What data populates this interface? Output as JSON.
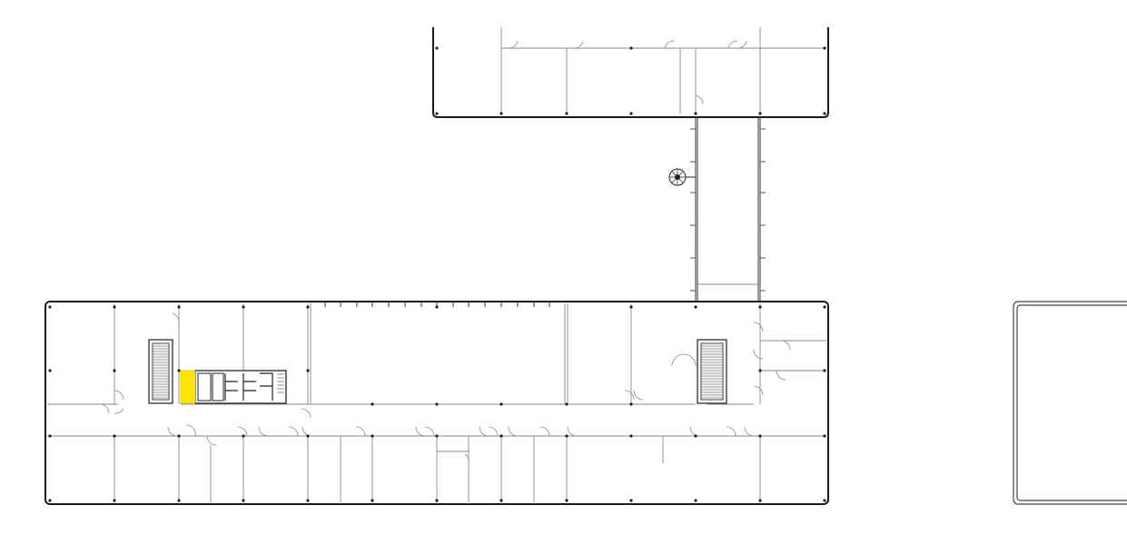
{
  "floor_plan": {
    "highlight_color": "#FFE600",
    "wall_color": "#1a1a1a",
    "partition_color": "#8a8a8a",
    "wings": [
      "north-wing",
      "connector-corridor",
      "south-wing"
    ],
    "highlighted_room": "room-highlighted",
    "icons": [
      "spiral-stair-icon",
      "stair-icon"
    ]
  }
}
